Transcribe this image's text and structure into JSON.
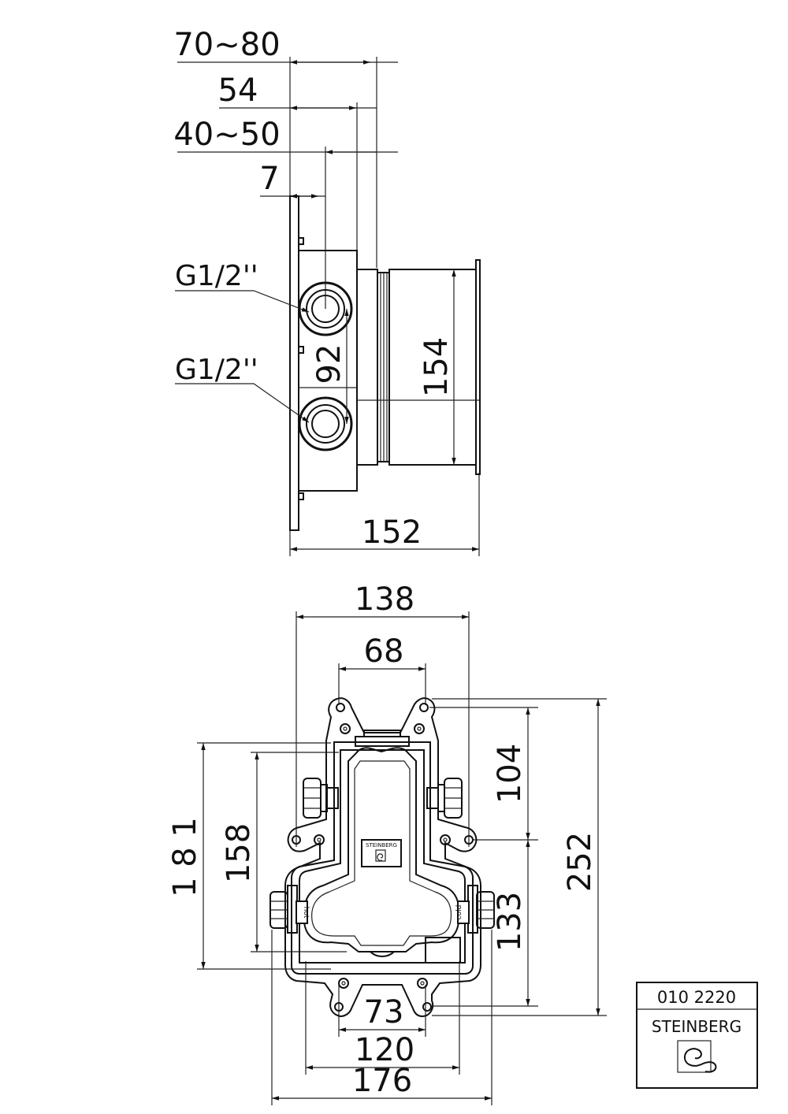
{
  "side_view": {
    "dim_70_80": "70~80",
    "dim_54": "54",
    "dim_40_50": "40~50",
    "dim_7": "7",
    "thread_top": "G1/2''",
    "thread_bottom": "G1/2''",
    "dim_92": "92",
    "dim_154": "154",
    "dim_152": "152"
  },
  "front_view": {
    "dim_138": "138",
    "dim_68": "68",
    "dim_104": "104",
    "dim_252": "252",
    "dim_181": "1 8 1",
    "dim_158": "158",
    "dim_133": "133",
    "dim_73": "73",
    "dim_120": "120",
    "dim_176": "176",
    "label_hot": "hot",
    "label_cold": "cold",
    "brand_plate": "STEINBERG"
  },
  "title_block": {
    "article_number": "010 2220",
    "brand": "STEINBERG"
  }
}
